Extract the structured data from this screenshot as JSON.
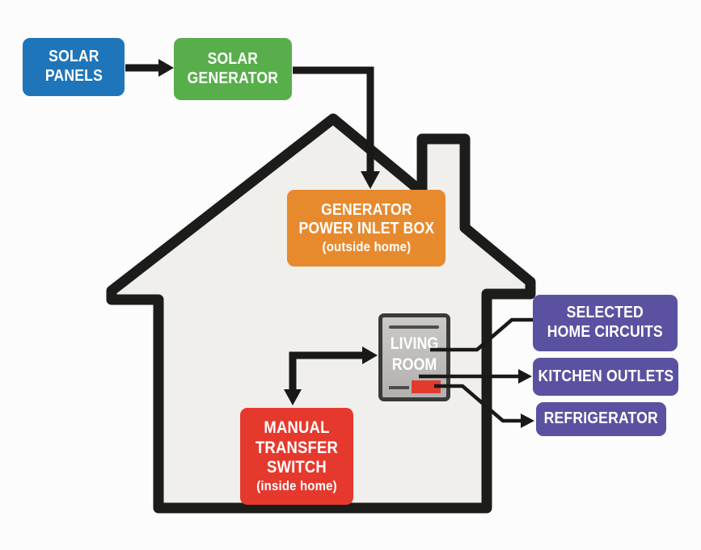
{
  "colors": {
    "background": "#fcfcfc",
    "house_fill": "#f0efec",
    "house_outline": "#1c1c1a",
    "connector": "#191917",
    "solar_panels": "#1e75ba",
    "solar_generator": "#57ae4a",
    "inlet_box": "#e78a2e",
    "transfer_switch": "#e6392e",
    "circuit_boxes": "#5a52a0",
    "panel_body": "#bcbbb9",
    "panel_border": "#3a3a38",
    "breaker": "#e23b2e"
  },
  "nodes": {
    "solar_panels": {
      "line1": "SOLAR",
      "line2": "PANELS"
    },
    "solar_generator": {
      "line1": "SOLAR",
      "line2": "GENERATOR"
    },
    "generator_power_inlet_box": {
      "line1": "GENERATOR",
      "line2": "POWER INLET BOX",
      "note": "(outside home)"
    },
    "manual_transfer_switch": {
      "line1": "MANUAL",
      "line2": "TRANSFER",
      "line3": "SWITCH",
      "note": "(inside home)"
    },
    "living_room_panel": {
      "line1": "LIVING",
      "line2": "ROOM"
    },
    "selected_home_circuits": {
      "line1": "SELECTED",
      "line2": "HOME CIRCUITS"
    },
    "kitchen_outlets": {
      "line1": "KITCHEN OUTLETS"
    },
    "refrigerator": {
      "line1": "REFRIGERATOR"
    }
  },
  "edges": [
    {
      "from": "solar_panels",
      "to": "solar_generator",
      "arrow": true
    },
    {
      "from": "solar_generator",
      "to": "generator_power_inlet_box",
      "arrow": true
    },
    {
      "from": "junction",
      "to": "living_room_panel",
      "arrow": true
    },
    {
      "from": "junction",
      "to": "manual_transfer_switch",
      "arrow": true
    },
    {
      "from": "living_room_panel",
      "to": "selected_home_circuits",
      "arrow": false
    },
    {
      "from": "living_room_panel",
      "to": "kitchen_outlets",
      "arrow": true
    },
    {
      "from": "living_room_panel",
      "to": "refrigerator",
      "arrow": true
    }
  ]
}
